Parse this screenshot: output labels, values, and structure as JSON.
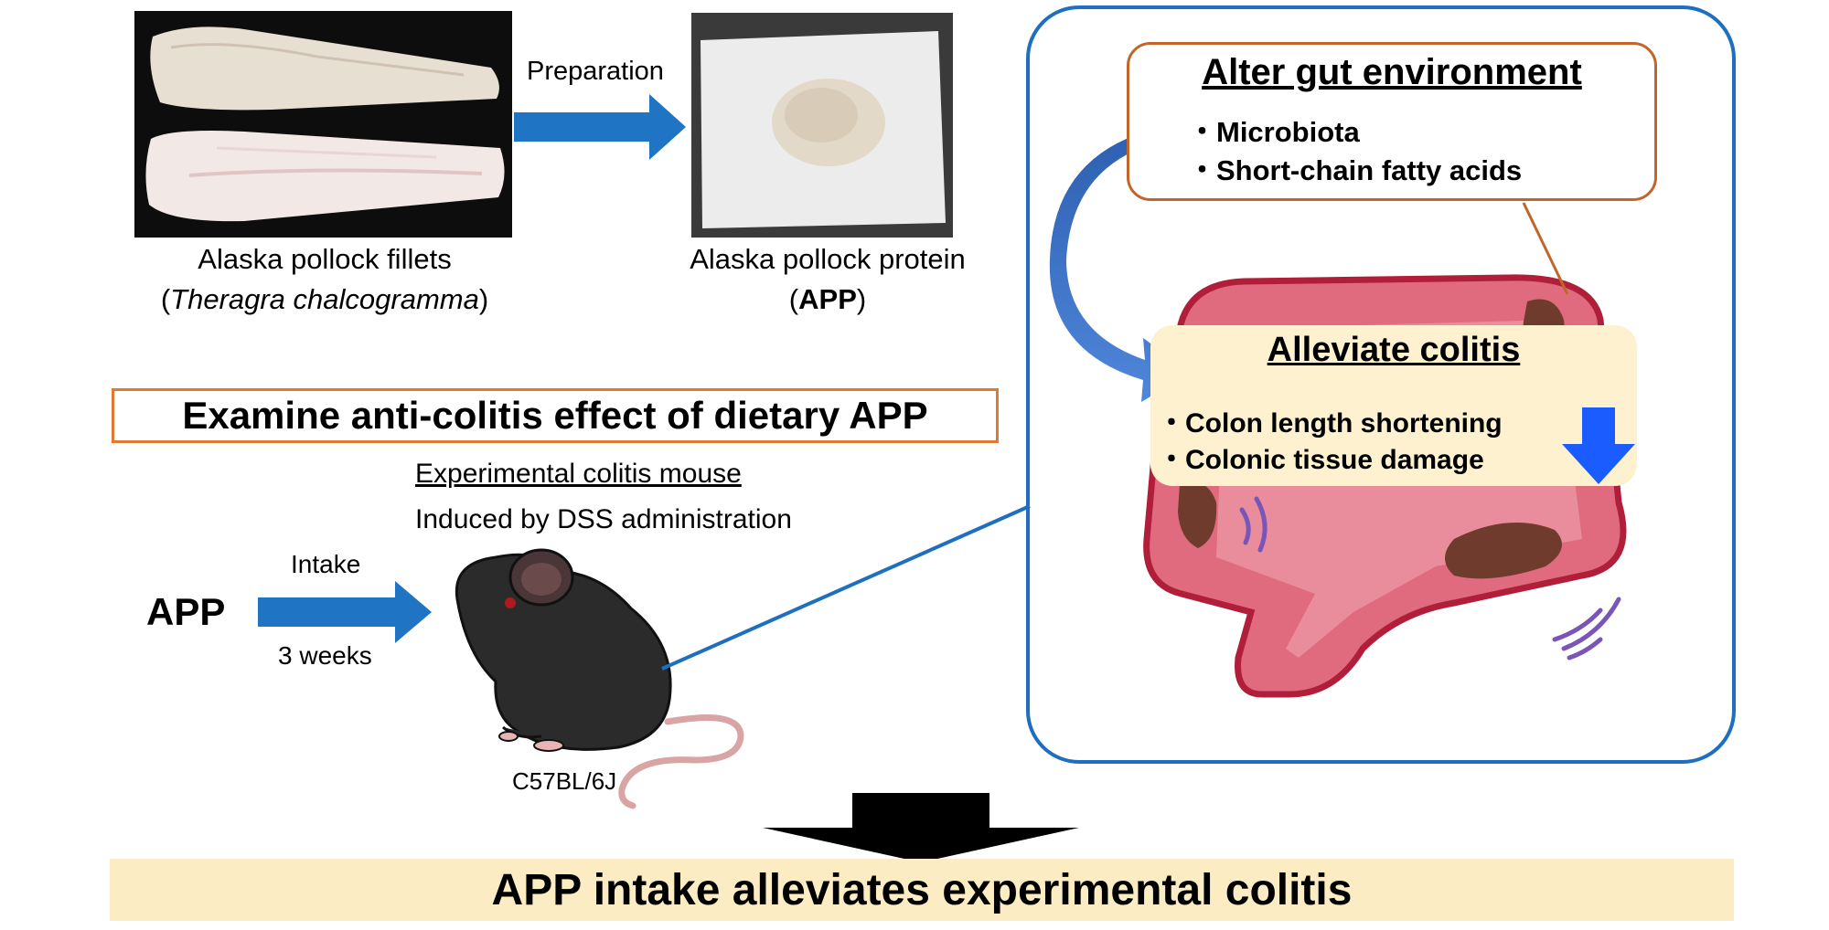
{
  "photos": {
    "fillets_caption": {
      "line1": "Alaska pollock fillets",
      "line2_open": "(",
      "line2_species": "Theragra chalcogramma",
      "line2_close": ")"
    },
    "powder_caption": {
      "line1": "Alaska pollock protein",
      "line2_open": "(",
      "line2_abbr": "APP",
      "line2_close": ")"
    },
    "process_label": "Preparation"
  },
  "study": {
    "heading": "Examine anti-colitis effect of dietary APP",
    "model_title": "Experimental colitis mouse",
    "model_induction": "Induced by DSS administration",
    "treatment": "APP",
    "route": "Intake",
    "duration": "3 weeks",
    "strain": "C57BL/6J"
  },
  "mechanism": {
    "gut_environment": {
      "title": "Alter gut environment",
      "items": [
        "・Microbiota",
        "・Short-chain fatty acids"
      ]
    },
    "colitis": {
      "title": "Alleviate colitis",
      "items": [
        "・Colon length shortening",
        "・Colonic tissue damage"
      ]
    }
  },
  "conclusion": "APP intake alleviates experimental colitis",
  "colors": {
    "arrow_blue": "#1f74c4",
    "panel_border": "#1e6fbf",
    "box_orange": "#e07a33",
    "banner_yellow": "#fbecc4",
    "colon_pink": "#e06a7e",
    "colon_border": "#b01e3a",
    "stool_brown": "#6e3b2c",
    "down_arrow_blue": "#1a5cff"
  }
}
